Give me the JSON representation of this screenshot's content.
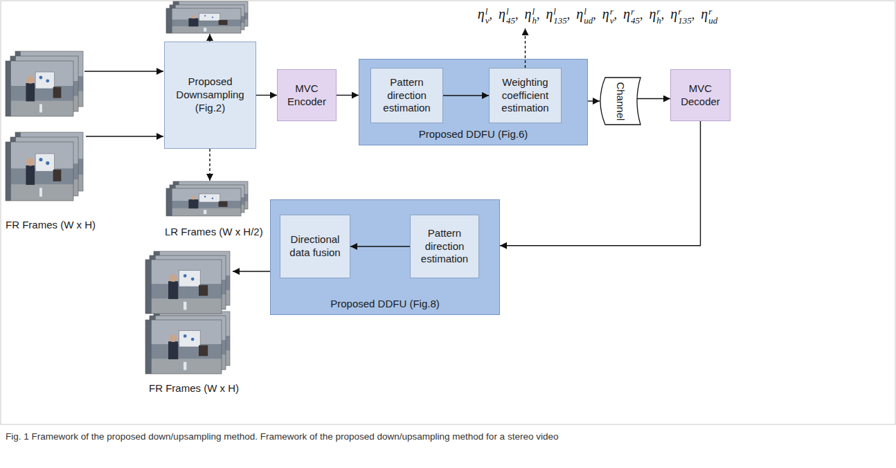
{
  "diagram": {
    "caption": "Fig. 1 Framework of the proposed down/upsampling method. Framework of the proposed down/upsampling method for a stereo video",
    "nodes": [
      {
        "text": [
          "Proposed Downsampling (Fig.2)"
        ]
      },
      {
        "text": [
          "MVC Encoder"
        ]
      },
      {
        "text": [
          "Proposed DDFU (Fig.6)"
        ]
      },
      {
        "text": [
          "Pattern direction estimation"
        ],
        "in": 2
      },
      {
        "text": [
          "Weighting coefficient estimation"
        ],
        "in": 2
      },
      {
        "text": [
          "Channel"
        ]
      },
      {
        "text": [
          "MVC Decoder"
        ]
      },
      {
        "text": [
          "Proposed DDFU (Fig.8)"
        ]
      },
      {
        "text": [
          "Directional data fusion"
        ],
        "in": 7
      },
      {
        "text": [
          "Pattern direction estimation"
        ],
        "in": 7
      }
    ],
    "edges": [
      {
        "from": 0,
        "to": 1,
        "arrow": "to"
      },
      {
        "from": 1,
        "to": 2,
        "arrow": "to"
      },
      {
        "from": 3,
        "to": 4,
        "arrow": "to"
      },
      {
        "from": 2,
        "to": 5,
        "arrow": "to"
      },
      {
        "from": 5,
        "to": 6,
        "arrow": "to"
      },
      {
        "from": 6,
        "to": 7,
        "arrow": "to"
      },
      {
        "from": 9,
        "to": 8,
        "arrow": "to"
      }
    ],
    "labels": [
      "η",
      "v",
      "l",
      ",",
      "η",
      "45",
      "l",
      ",",
      "η",
      "h",
      "l",
      ",",
      "η",
      "135",
      "l",
      ",",
      "η",
      "ud",
      "l",
      ",",
      "η",
      "v",
      "r",
      ",",
      "η",
      "45",
      "r",
      ",",
      "η",
      "h",
      "r",
      ",",
      "η",
      "135",
      "r",
      ",",
      "η",
      "ud",
      "r",
      "FR Frames (W x H)",
      "LR Frames (W x H/2)",
      "FR Frames (W x H)"
    ]
  }
}
